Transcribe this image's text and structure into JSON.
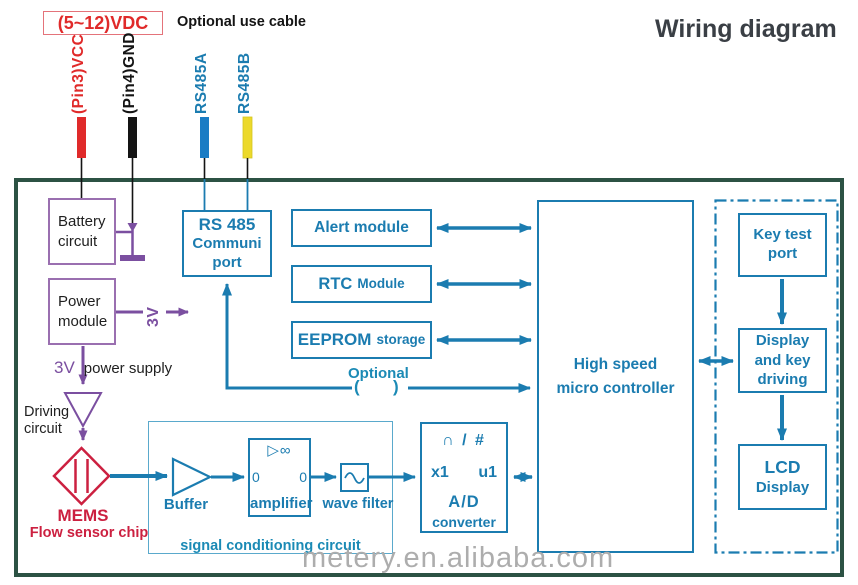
{
  "title": "Wiring diagram",
  "watermark": "metery.en.alibaba.com",
  "top": {
    "vdc_label": "(5~12)VDC",
    "optional_cable_label": "Optional use cable",
    "wires": [
      {
        "label": "(Pin3)VCC",
        "label_color": "#e02a2a",
        "wire_color": "#e02a2a"
      },
      {
        "label": "(Pin4)GND",
        "label_color": "#141414",
        "wire_color": "#141414"
      },
      {
        "label": "RS485A",
        "label_color": "#1b7cc4",
        "wire_color": "#1b7cc4"
      },
      {
        "label": "RS485B",
        "label_color": "#1b7cc4",
        "wire_color": "#ecd92b"
      }
    ]
  },
  "blocks": {
    "battery": "Battery\ncircuit",
    "power": "Power\nmodule",
    "rs485_main": "RS 485",
    "rs485_rest": "Communi\nport",
    "alert": "Alert module",
    "rtc_main": "RTC",
    "rtc_sub": "Module",
    "eeprom_main": "EEPROM",
    "eeprom_sub": "storage",
    "mcu": "High speed\nmicro controller",
    "key_test": "Key test port",
    "display_driving": "Display\nand key\ndriving",
    "lcd_main": "LCD",
    "lcd_sub": "Display"
  },
  "signal_chain": {
    "buffer": "Buffer",
    "amplifier_label": "amplifier",
    "amplifier_symbol": "▷∞",
    "amplifier_in": "0",
    "amplifier_out": "0",
    "wave_filter_label": "wave filter",
    "group_label": "signal conditioning circuit",
    "adc_symbol": "∩ / #",
    "adc_in": "x1",
    "adc_out": "u1",
    "adc_name": "A/D",
    "adc_label": "converter"
  },
  "annotations": {
    "v3_out": "3V",
    "v3": "3V",
    "power_supply": "power supply",
    "driving_circuit": "Driving\ncircuit",
    "mems": "MEMS",
    "flow_chip": "Flow sensor chip",
    "optional": "Optional",
    "paren_open": "(",
    "paren_close": ")"
  },
  "colors": {
    "diagram_blue": "#1b7cb0",
    "light_blue": "#5aa9cc",
    "purple": "#7b4fa0",
    "box_purple": "#9a6fb0",
    "wire_red": "#e02a2a",
    "wire_black": "#141414",
    "wire_blue": "#1b7cc4",
    "wire_yellow": "#ecd92b",
    "mems_red": "#cc2040",
    "frame_green": "#2c5244",
    "title_gray": "#3a3f45",
    "watermark_gray": "#adadad"
  }
}
